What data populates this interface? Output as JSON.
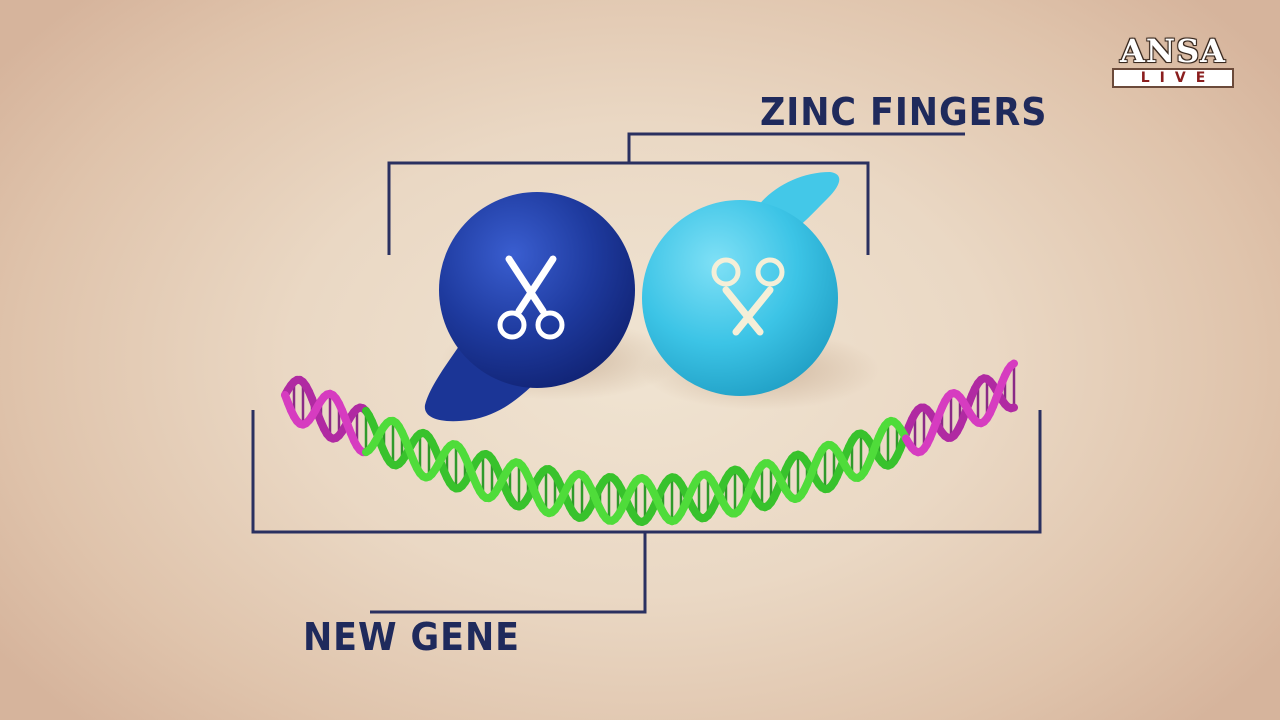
{
  "labels": {
    "zinc_fingers": "ZINC FINGERS",
    "new_gene": "NEW GENE"
  },
  "logo": {
    "top": "ANSA",
    "bottom": "LIVE"
  },
  "colors": {
    "background": "#ead8c4",
    "label_text": "#1f2a5c",
    "bracket_line": "#2a3060",
    "dark_blue_ball": "#1e3a9e",
    "light_blue_ball": "#3cc4e6",
    "dna_green": "#4fdc3a",
    "dna_magenta": "#d63cc0",
    "scissors_icon": "#ffffff"
  },
  "icons": [
    "scissors-icon",
    "scissors-icon"
  ]
}
